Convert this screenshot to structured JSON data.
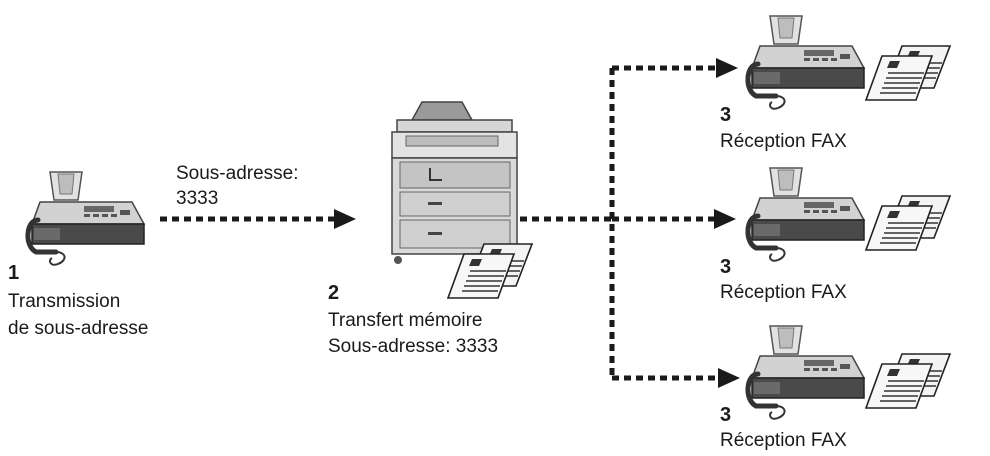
{
  "sender": {
    "step": "1",
    "label_line1": "Transmission",
    "label_line2": "de sous-adresse"
  },
  "transmit_arrow": {
    "label_line1": "Sous-adresse:",
    "label_line2": "3333"
  },
  "relay": {
    "step": "2",
    "label_line1": "Transfert mémoire",
    "label_line2": "Sous-adresse: 3333"
  },
  "receivers": [
    {
      "step": "3",
      "label": "Réception FAX"
    },
    {
      "step": "3",
      "label": "Réception FAX"
    },
    {
      "step": "3",
      "label": "Réception FAX"
    }
  ],
  "colors": {
    "line": "#1a1a1a",
    "device_body": "#cfcfcf",
    "device_dark": "#3a3a3a",
    "paper": "#f4f4f4"
  },
  "icons": [
    "fax-machine-icon",
    "multifunction-printer-icon",
    "fax-document-icon"
  ]
}
